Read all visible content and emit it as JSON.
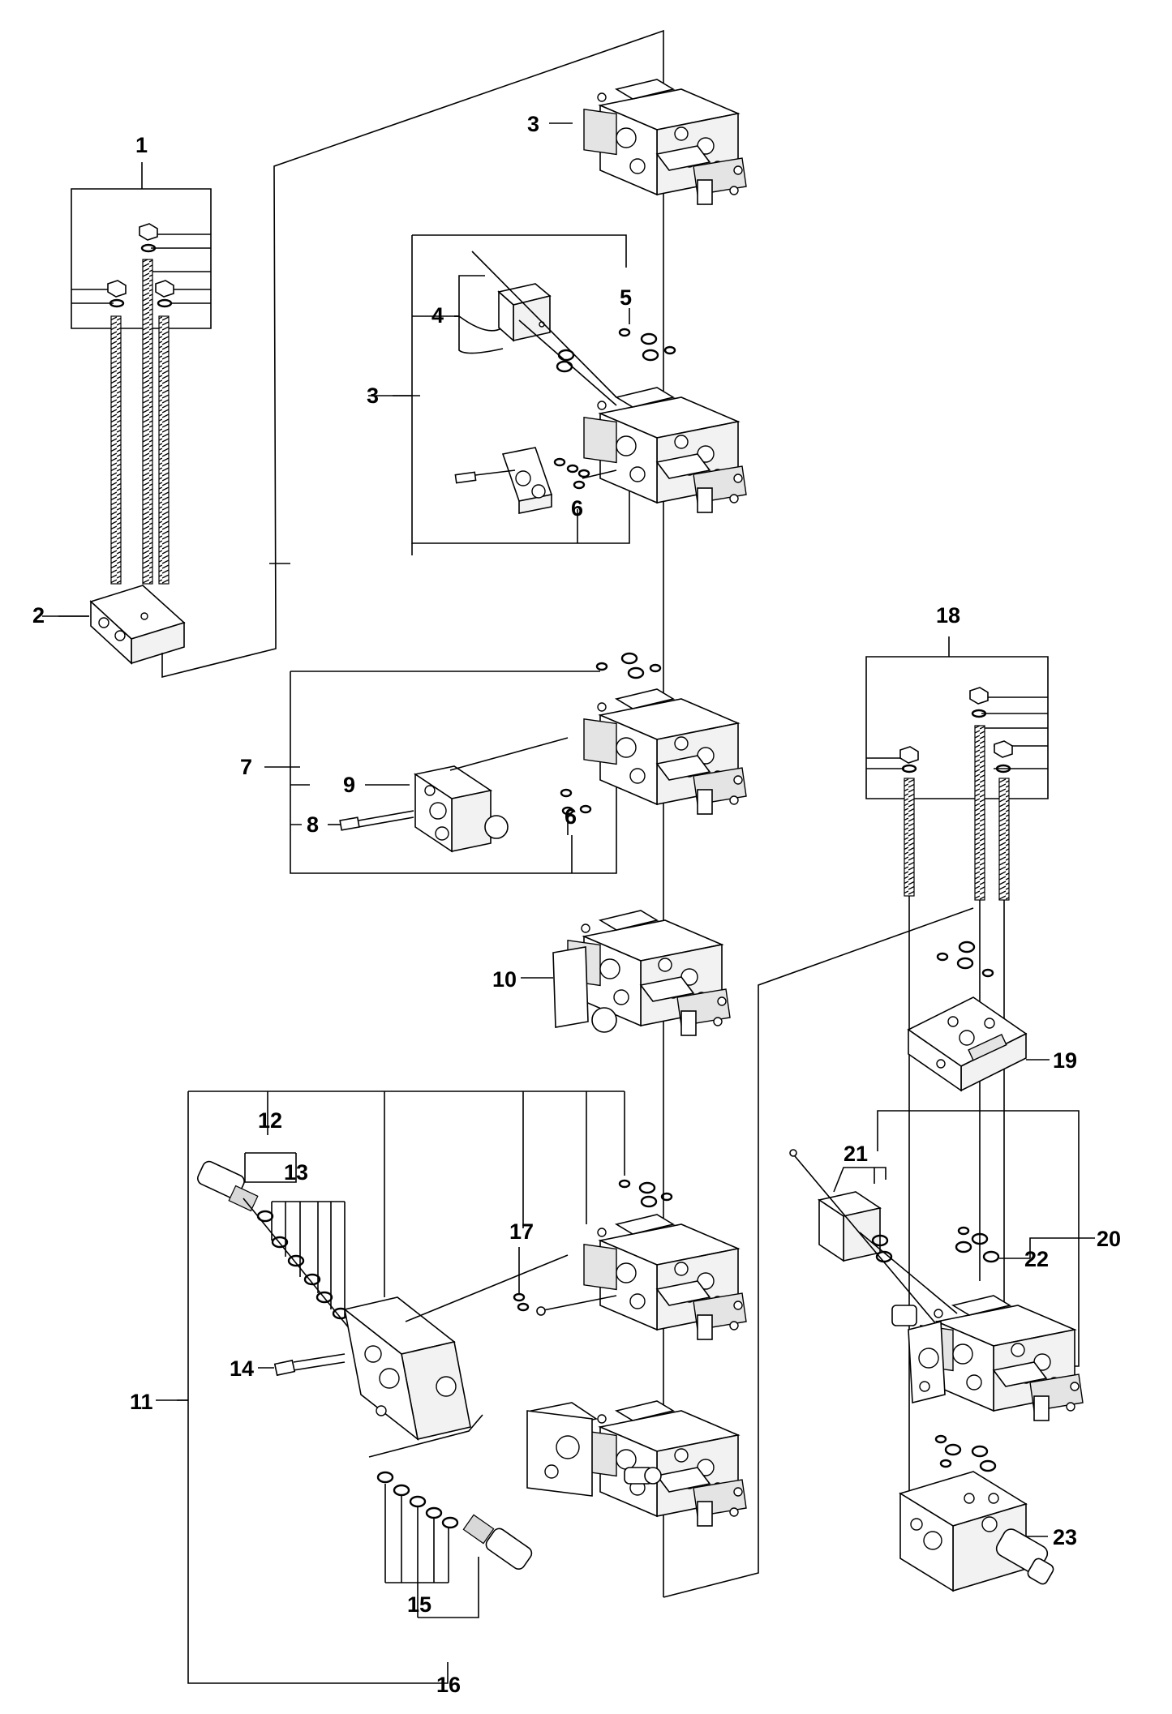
{
  "callouts": {
    "c1": "1",
    "c2": "2",
    "c3a": "3",
    "c3b": "3",
    "c4": "4",
    "c5": "5",
    "c6a": "6",
    "c6b": "6",
    "c7": "7",
    "c8": "8",
    "c9": "9",
    "c10": "10",
    "c11": "11",
    "c12": "12",
    "c13": "13",
    "c14": "14",
    "c15": "15",
    "c16": "16",
    "c17": "17",
    "c18": "18",
    "c19": "19",
    "c20": "20",
    "c21": "21",
    "c22": "22",
    "c23": "23"
  }
}
